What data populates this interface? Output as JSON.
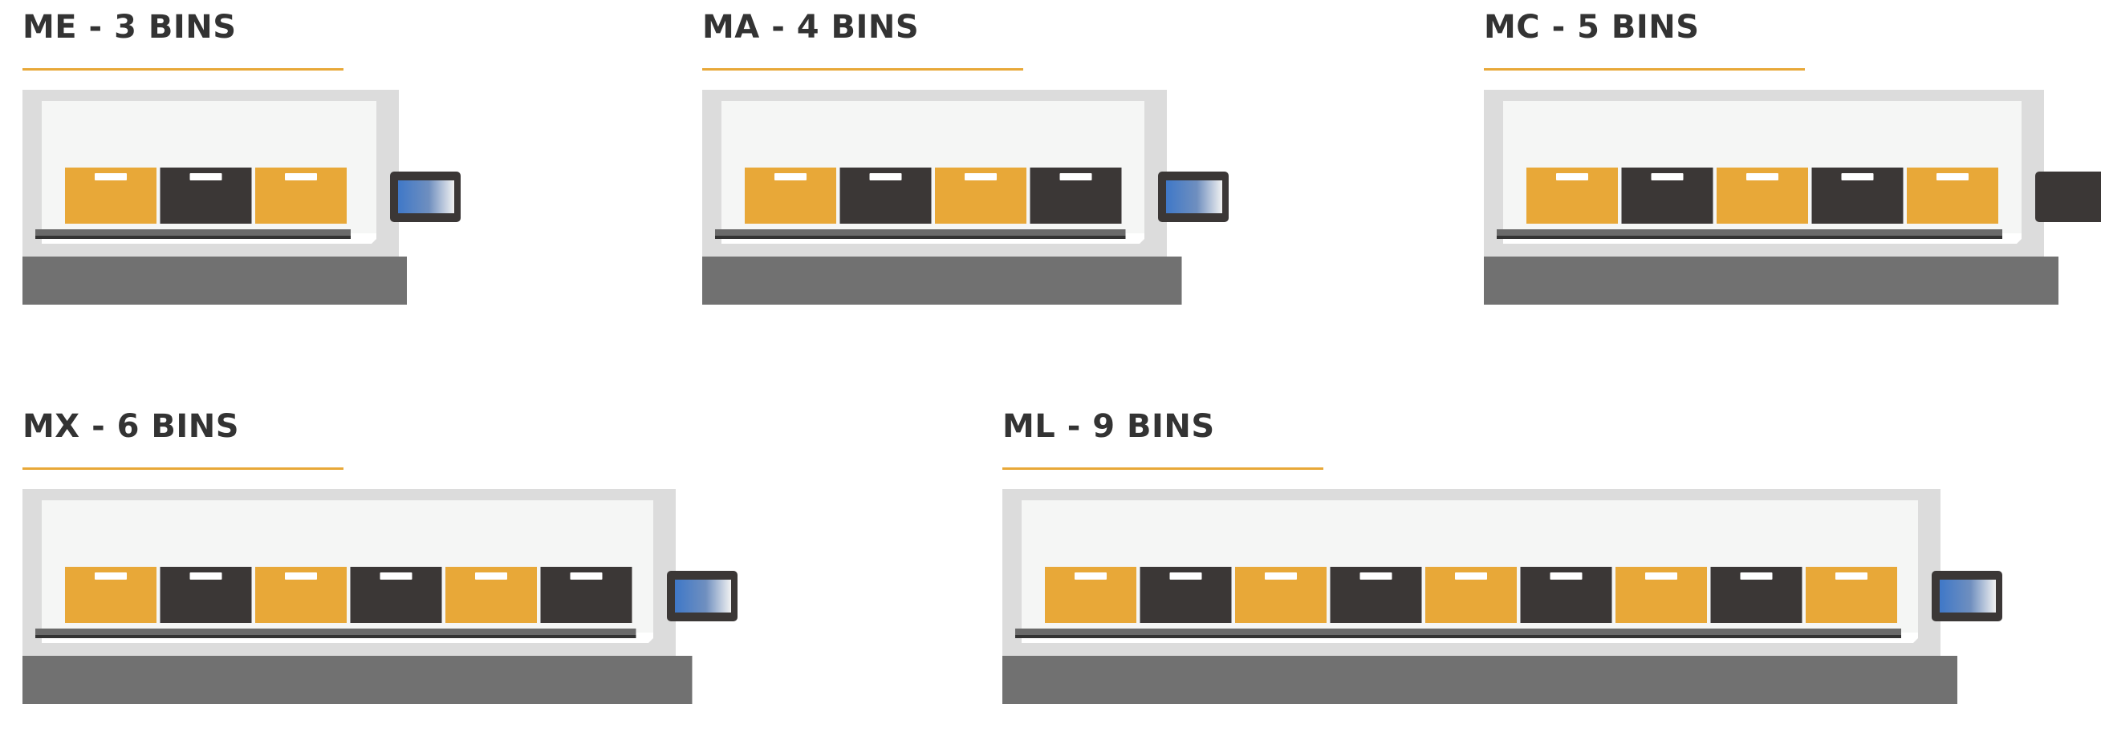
{
  "colors": {
    "accent": "#e8a838",
    "bin_orange": "#e8a838",
    "bin_dark": "#3b3736",
    "bin_handle": "#ffffff",
    "frame": "#dcdcdc",
    "interior": "#f5f6f5",
    "base": "#717171",
    "conveyor": "#6a6a6a",
    "conveyor_edge": "#333333",
    "title_text": "#333333",
    "screen_body": "#3b3736",
    "screen_glow": "#3f78c8"
  },
  "machines": [
    {
      "title": "ME - 3 BINS",
      "bins": [
        "orange",
        "dark",
        "orange"
      ],
      "display": "screen-on"
    },
    {
      "title": "MA - 4 BINS",
      "bins": [
        "orange",
        "dark",
        "orange",
        "dark"
      ],
      "display": "screen-on"
    },
    {
      "title": "MC - 5 BINS",
      "bins": [
        "orange",
        "dark",
        "orange",
        "dark",
        "orange"
      ],
      "display": "screen-off"
    },
    {
      "title": "MX - 6 BINS",
      "bins": [
        "orange",
        "dark",
        "orange",
        "dark",
        "orange",
        "dark"
      ],
      "display": "screen-on"
    },
    {
      "title": "ML - 9 BINS",
      "bins": [
        "orange",
        "dark",
        "orange",
        "dark",
        "orange",
        "dark",
        "orange",
        "dark",
        "orange"
      ],
      "display": "screen-on"
    }
  ]
}
